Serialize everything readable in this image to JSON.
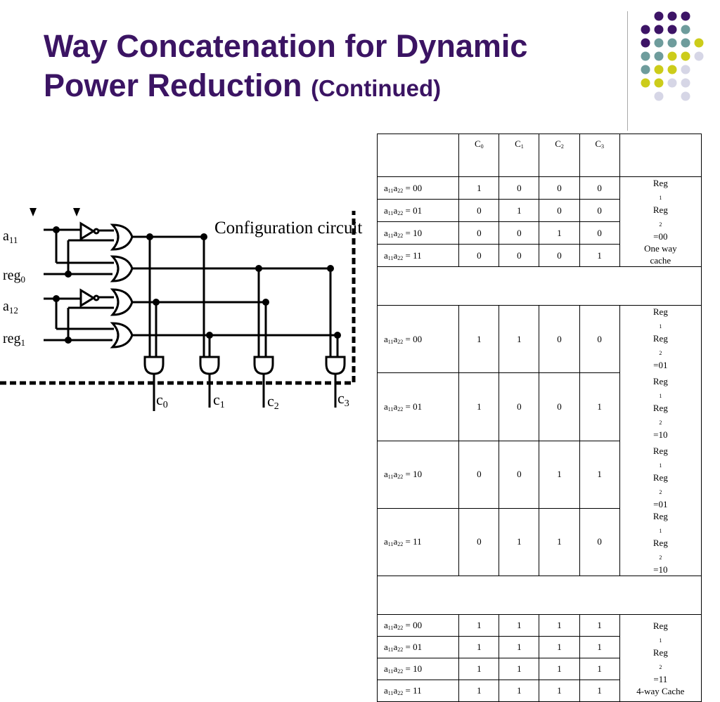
{
  "title": {
    "main": "Way Concatenation for Dynamic",
    "line2": "Power Reduction",
    "sub": "(Continued)"
  },
  "theme": {
    "title_color": "#3b1463",
    "dot_purple": "#3d1466",
    "dot_teal": "#6e9c9c",
    "dot_yellow": "#cccc1a",
    "dot_lavender": "#d6d6e6"
  },
  "circuit": {
    "heading": "Configuration circuit",
    "inputs": [
      {
        "base": "a",
        "sub": "11"
      },
      {
        "base": "reg",
        "sub": "0"
      },
      {
        "base": "a",
        "sub": "12"
      },
      {
        "base": "reg",
        "sub": "1"
      }
    ],
    "outputs": [
      {
        "base": "c",
        "sub": "0"
      },
      {
        "base": "c",
        "sub": "1"
      },
      {
        "base": "c",
        "sub": "2"
      },
      {
        "base": "c",
        "sub": "3"
      }
    ]
  },
  "table": {
    "headers": [
      {
        "base": "C",
        "sub": "0"
      },
      {
        "base": "C",
        "sub": "1"
      },
      {
        "base": "C",
        "sub": "2"
      },
      {
        "base": "C",
        "sub": "3"
      }
    ],
    "row_labels": [
      {
        "a": "a",
        "s1": "11",
        "b": "a",
        "s2": "22",
        "val": " = 00"
      },
      {
        "a": "a",
        "s1": "11",
        "b": "a",
        "s2": "22",
        "val": " = 01"
      },
      {
        "a": "a",
        "s1": "11",
        "b": "a",
        "s2": "22",
        "val": " = 10"
      },
      {
        "a": "a",
        "s1": "11",
        "b": "a",
        "s2": "22",
        "val": " = 11"
      }
    ],
    "groups": [
      {
        "values": [
          [
            1,
            0,
            0,
            0
          ],
          [
            0,
            1,
            0,
            0
          ],
          [
            0,
            0,
            1,
            0
          ],
          [
            0,
            0,
            0,
            1
          ]
        ],
        "note": [
          {
            "p1": "Reg",
            "s1": "1",
            "p2": "Reg",
            "s2": "2",
            "p3": "=00"
          },
          {
            "text": "One way"
          },
          {
            "text": "cache"
          }
        ]
      },
      {
        "values": [
          [
            1,
            1,
            0,
            0
          ],
          [
            1,
            0,
            0,
            1
          ],
          [
            0,
            0,
            1,
            1
          ],
          [
            0,
            1,
            1,
            0
          ]
        ],
        "note": [
          {
            "p1": "Reg",
            "s1": "1",
            "p2": "Reg",
            "s2": "2",
            "p3": "=01"
          },
          {
            "p1": "Reg",
            "s1": "1",
            "p2": "Reg",
            "s2": "2",
            "p3": "=10"
          },
          {
            "p1": "Reg",
            "s1": "1",
            "p2": "Reg",
            "s2": "2",
            "p3": "=01"
          },
          {
            "p1": "Reg",
            "s1": "1",
            "p2": "Reg",
            "s2": "2",
            "p3": "=10"
          }
        ]
      },
      {
        "values": [
          [
            1,
            1,
            1,
            1
          ],
          [
            1,
            1,
            1,
            1
          ],
          [
            1,
            1,
            1,
            1
          ],
          [
            1,
            1,
            1,
            1
          ]
        ],
        "note": [
          {
            "p1": "Reg",
            "s1": "1",
            "p2": "Reg",
            "s2": "2",
            "p3": "=11"
          },
          {
            "text": "4-way Cache"
          }
        ]
      }
    ]
  }
}
